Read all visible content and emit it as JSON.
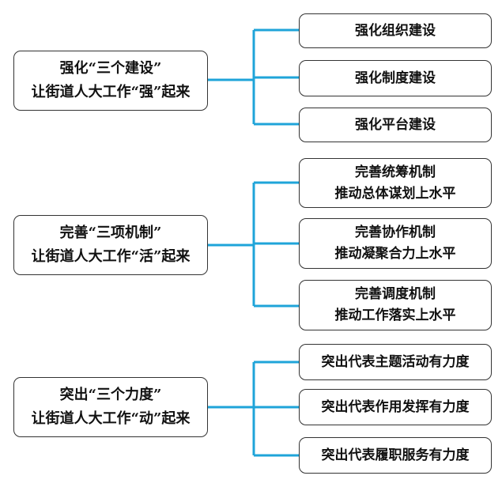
{
  "groups": [
    {
      "left": [
        "强化“三个建设”",
        "让街道人大工作“强”起来"
      ],
      "items": [
        [
          "强化组织建设"
        ],
        [
          "强化制度建设"
        ],
        [
          "强化平台建设"
        ]
      ]
    },
    {
      "left": [
        "完善“三项机制”",
        "让街道人大工作“活”起来"
      ],
      "items": [
        [
          "完善统筹机制",
          "推动总体谋划上水平"
        ],
        [
          "完善协作机制",
          "推动凝聚合力上水平"
        ],
        [
          "完善调度机制",
          "推动工作落实上水平"
        ]
      ]
    },
    {
      "left": [
        "突出“三个力度”",
        "让街道人大工作“动”起来"
      ],
      "items": [
        [
          "突出代表主题活动有力度"
        ],
        [
          "突出代表作用发挥有力度"
        ],
        [
          "突出代表履职服务有力度"
        ]
      ]
    }
  ],
  "colors": {
    "connector": "#1fa4d9",
    "border": "#333333"
  }
}
